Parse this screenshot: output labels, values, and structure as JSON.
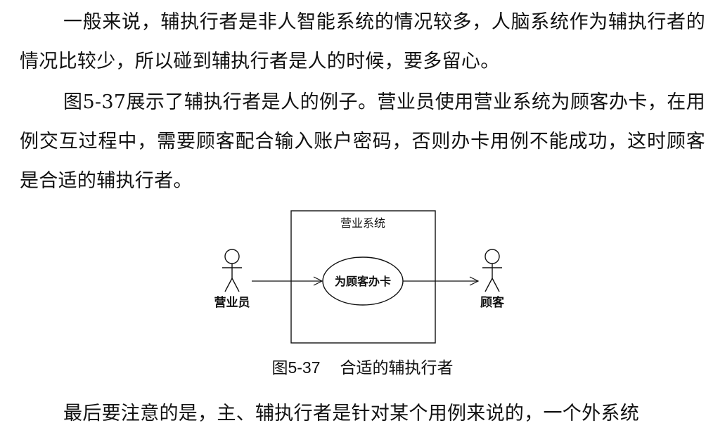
{
  "paragraphs": {
    "p1": "一般来说，辅执行者是非人智能系统的情况较多，人脑系统作为辅执行者的情况比较少，所以碰到辅执行者是人的时候，要多留心。",
    "p2": "图5-37展示了辅执行者是人的例子。营业员使用营业系统为顾客办卡，在用例交互过程中，需要顾客配合输入账户密码，否则办卡用例不能成功，这时顾客是合适的辅执行者。",
    "p3": "最后要注意的是，主、辅执行者是针对某个用例来说的，一个外系统"
  },
  "diagram": {
    "system_name": "营业系统",
    "use_case": "为顾客办卡",
    "primary_actor": "营业员",
    "secondary_actor": "顾客"
  },
  "caption": {
    "number": "图5-37",
    "title": "合适的辅执行者"
  }
}
